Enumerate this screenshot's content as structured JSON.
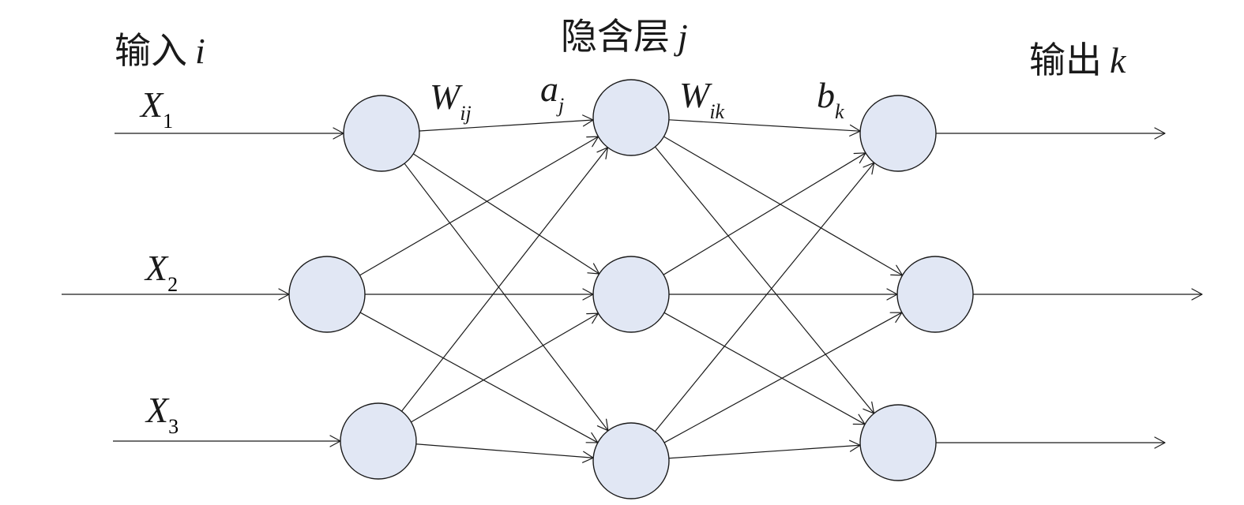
{
  "layers": {
    "input": {
      "title": "输入",
      "var": "i"
    },
    "hidden": {
      "title": "隐含层",
      "var": "j"
    },
    "output": {
      "title": "输出",
      "var": "k"
    }
  },
  "inputs": [
    {
      "base": "X",
      "sub": "1"
    },
    {
      "base": "X",
      "sub": "2"
    },
    {
      "base": "X",
      "sub": "3"
    }
  ],
  "labels": {
    "w_ij": {
      "base": "W",
      "sub": "ij"
    },
    "a_j": {
      "base": "a",
      "sub": "j"
    },
    "w_ik": {
      "base": "W",
      "sub": "ik"
    },
    "b_k": {
      "base": "b",
      "sub": "k"
    }
  },
  "network": {
    "input_nodes": 3,
    "hidden_nodes": 3,
    "output_nodes": 3,
    "fully_connected": true
  },
  "colors": {
    "node_fill": "#e1e7f4",
    "stroke": "#1a1a1a"
  }
}
